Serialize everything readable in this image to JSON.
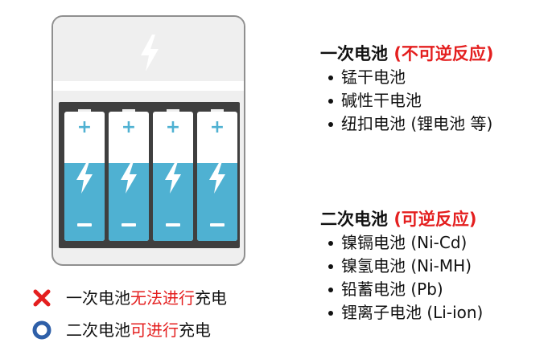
{
  "charger": {
    "icon": "lightning-bolt-icon",
    "battery_count": 4,
    "battery_charge_level": 0.6,
    "colors": {
      "battery_fill": "#4fb1d2",
      "bay": "#3f3f3f",
      "shell": "#efefef"
    }
  },
  "legend": [
    {
      "icon": "cross-icon",
      "prefix": "一次电池",
      "highlight": "无法进行",
      "suffix": "充电"
    },
    {
      "icon": "circle-icon",
      "prefix": "二次电池",
      "highlight": "可进行",
      "suffix": "充电"
    }
  ],
  "primary": {
    "title": "一次电池",
    "note": "(不可逆反应)",
    "items": [
      "锰干电池",
      "碱性干电池",
      "纽扣电池 (锂电池 等)"
    ]
  },
  "secondary": {
    "title": "二次电池",
    "note": "(可逆反应)",
    "items": [
      "镍镉电池 (Ni-Cd)",
      "镍氢电池 (Ni-MH)",
      "铅蓄电池 (Pb)",
      "锂离子电池 (Li-ion)"
    ]
  },
  "colors": {
    "accent_red": "#e41f1f",
    "circle_blue": "#2e5fa8"
  }
}
